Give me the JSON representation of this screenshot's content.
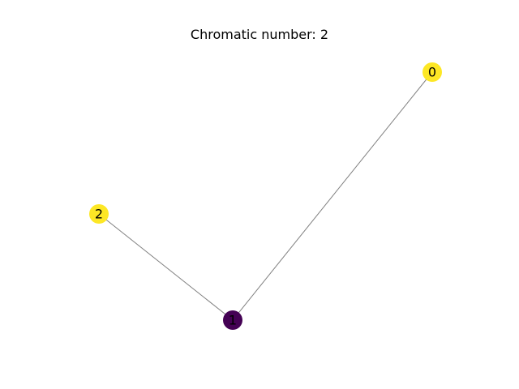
{
  "title": "Chromatic number: 2",
  "graph": {
    "nodes": [
      {
        "id": "0",
        "label": "0",
        "color": "#fde725"
      },
      {
        "id": "1",
        "label": "1",
        "color": "#440154"
      },
      {
        "id": "2",
        "label": "2",
        "color": "#fde725"
      }
    ],
    "edges": [
      {
        "source": "0",
        "target": "1"
      },
      {
        "source": "2",
        "target": "1"
      }
    ],
    "edge_color": "#808080"
  }
}
